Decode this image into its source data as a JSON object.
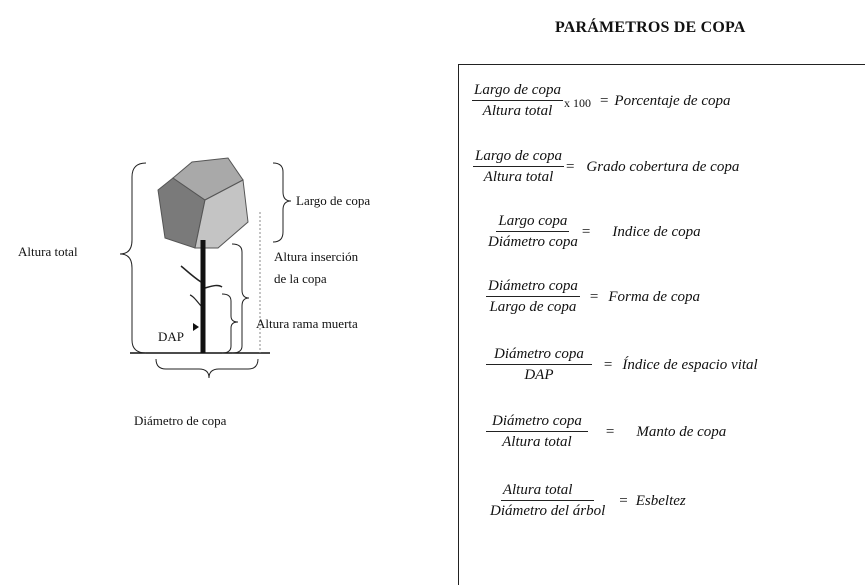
{
  "title": "PARÁMETROS DE COPA",
  "diagram": {
    "altura_total": "Altura total",
    "largo_copa": "Largo de copa",
    "altura_insercion_1": "Altura inserción",
    "altura_insercion_2": "de la copa",
    "altura_rama_muerta": "Altura rama muerta",
    "dap": "DAP",
    "diametro_copa": "Diámetro de copa"
  },
  "formulas": [
    {
      "num": "Largo de  copa",
      "den": "Altura total",
      "times": "x 100",
      "eq": "=",
      "result": "Porcentaje de copa"
    },
    {
      "num": "Largo de copa",
      "den": "Altura total",
      "eq": "=",
      "result": "Grado cobertura de copa"
    },
    {
      "num": "Largo copa",
      "den": "Diámetro copa",
      "eq": "=",
      "result": "Indice de copa"
    },
    {
      "num": "Diámetro copa",
      "den": "Largo de copa",
      "eq": "=",
      "result": "Forma de copa"
    },
    {
      "num": "Diámetro copa",
      "den": "DAP",
      "eq": "=",
      "result": "Índice de espacio vital"
    },
    {
      "num": "Diámetro copa",
      "den": "Altura total",
      "eq": "=",
      "result": "Manto de copa"
    },
    {
      "num": "Altura total",
      "den": "Diámetro del árbol",
      "eq": "=",
      "result": "Esbeltez"
    }
  ]
}
